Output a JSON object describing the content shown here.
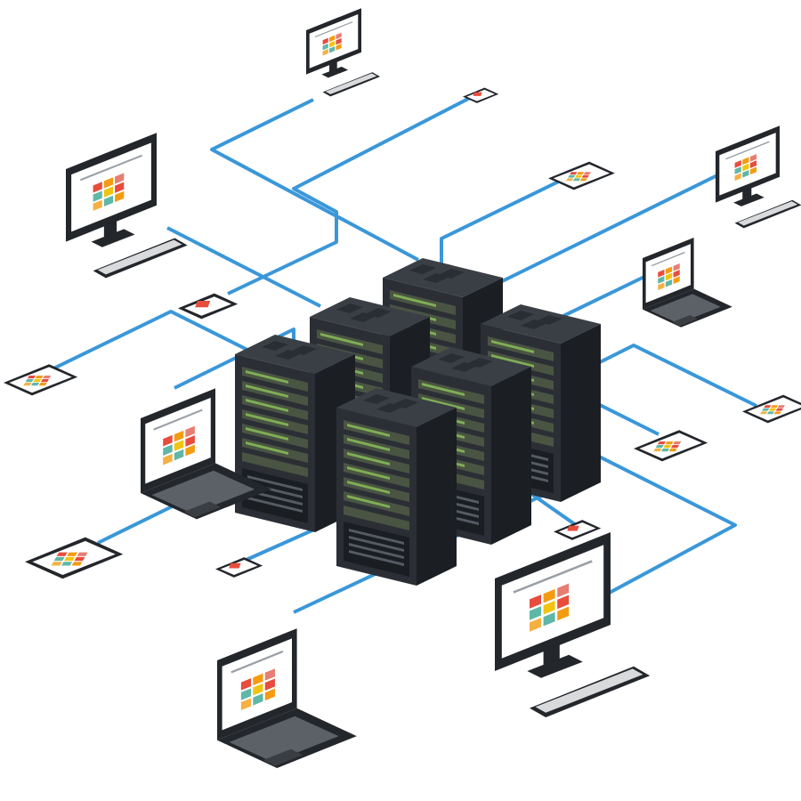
{
  "diagram": {
    "type": "isometric-network",
    "colors": {
      "background": "#ffffff",
      "link": "#3a97d9",
      "device_body": "#23262b",
      "device_screen": "#ffffff",
      "server_front": "#2b2f35",
      "server_top": "#3a3f46",
      "server_side": "#1b1e22",
      "server_slot": "#4f5a45",
      "server_led": "#8fbf5a",
      "tile_palette": [
        "#e84c3d",
        "#f39c12",
        "#f1c40f",
        "#5fb7a7",
        "#e67e73",
        "#f5b041"
      ]
    },
    "servers": [
      {
        "id": "server-1"
      },
      {
        "id": "server-2"
      },
      {
        "id": "server-3"
      },
      {
        "id": "server-4"
      },
      {
        "id": "server-5"
      },
      {
        "id": "server-6"
      }
    ],
    "devices": [
      {
        "id": "desktop-top",
        "kind": "desktop"
      },
      {
        "id": "desktop-top-left",
        "kind": "desktop"
      },
      {
        "id": "desktop-top-right",
        "kind": "desktop"
      },
      {
        "id": "desktop-bottom-right",
        "kind": "desktop"
      },
      {
        "id": "laptop-left",
        "kind": "laptop"
      },
      {
        "id": "laptop-right",
        "kind": "laptop"
      },
      {
        "id": "laptop-bottom",
        "kind": "laptop"
      },
      {
        "id": "tablet-left",
        "kind": "tablet"
      },
      {
        "id": "tablet-bottom-left",
        "kind": "tablet"
      },
      {
        "id": "tablet-upper-right",
        "kind": "tablet"
      },
      {
        "id": "tablet-right",
        "kind": "tablet"
      },
      {
        "id": "tablet-mid-right",
        "kind": "tablet"
      },
      {
        "id": "phone-top",
        "kind": "phone"
      },
      {
        "id": "phone-left",
        "kind": "phone"
      },
      {
        "id": "phone-bottom-left",
        "kind": "phone"
      },
      {
        "id": "phone-bottom-right",
        "kind": "phone"
      }
    ]
  }
}
